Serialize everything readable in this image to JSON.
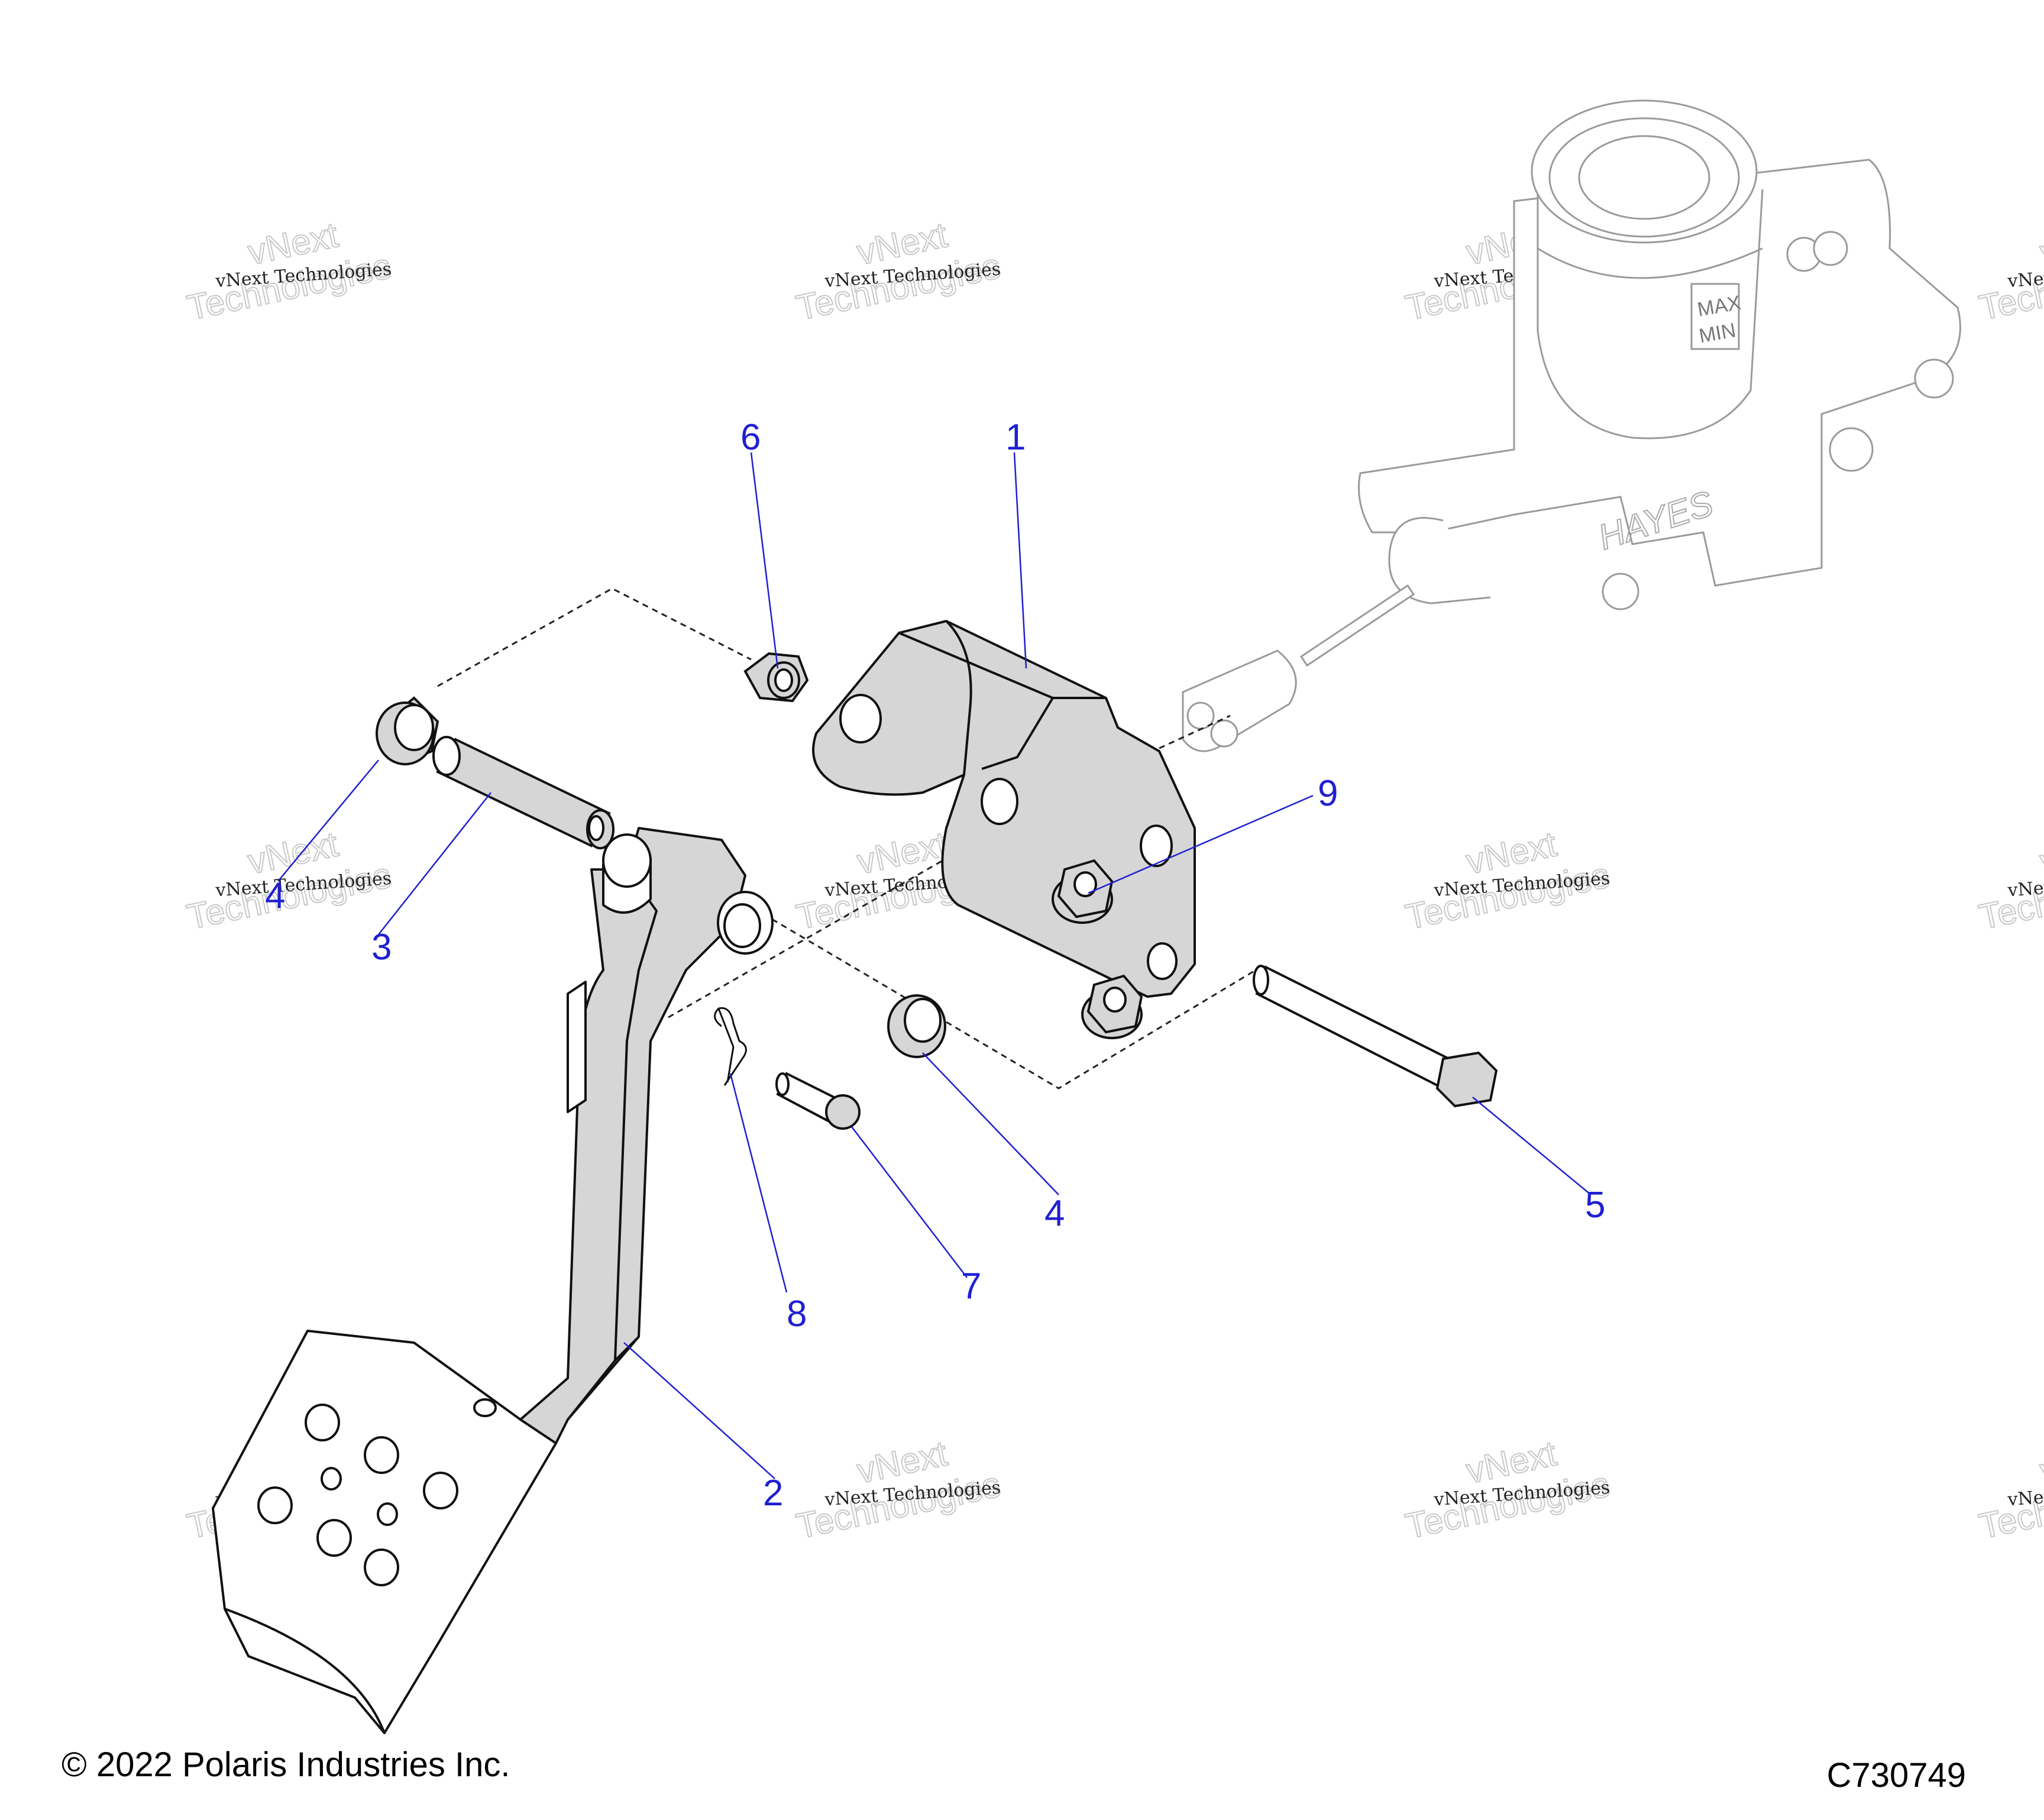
{
  "diagram": {
    "callouts": [
      {
        "id": "callout-1",
        "label": "1"
      },
      {
        "id": "callout-2",
        "label": "2"
      },
      {
        "id": "callout-3",
        "label": "3"
      },
      {
        "id": "callout-4a",
        "label": "4"
      },
      {
        "id": "callout-4b",
        "label": "4"
      },
      {
        "id": "callout-5",
        "label": "5"
      },
      {
        "id": "callout-6",
        "label": "6"
      },
      {
        "id": "callout-7",
        "label": "7"
      },
      {
        "id": "callout-8",
        "label": "8"
      },
      {
        "id": "callout-9",
        "label": "9"
      }
    ],
    "watermark": {
      "small": "vNext Technologies",
      "big_top": "vNext",
      "big_bottom": "Technologies"
    },
    "master_cylinder": {
      "brand": "HAYES",
      "level_max": "MAX",
      "level_min": "MIN"
    },
    "colors": {
      "callout": "#1f1fd0",
      "part_fill": "#d6d6d6",
      "part_stroke": "#111111",
      "ghost_stroke": "#9a9a9a"
    }
  },
  "footer": {
    "copyright": "© 2022 Polaris Industries Inc.",
    "figure_id": "C730749"
  }
}
